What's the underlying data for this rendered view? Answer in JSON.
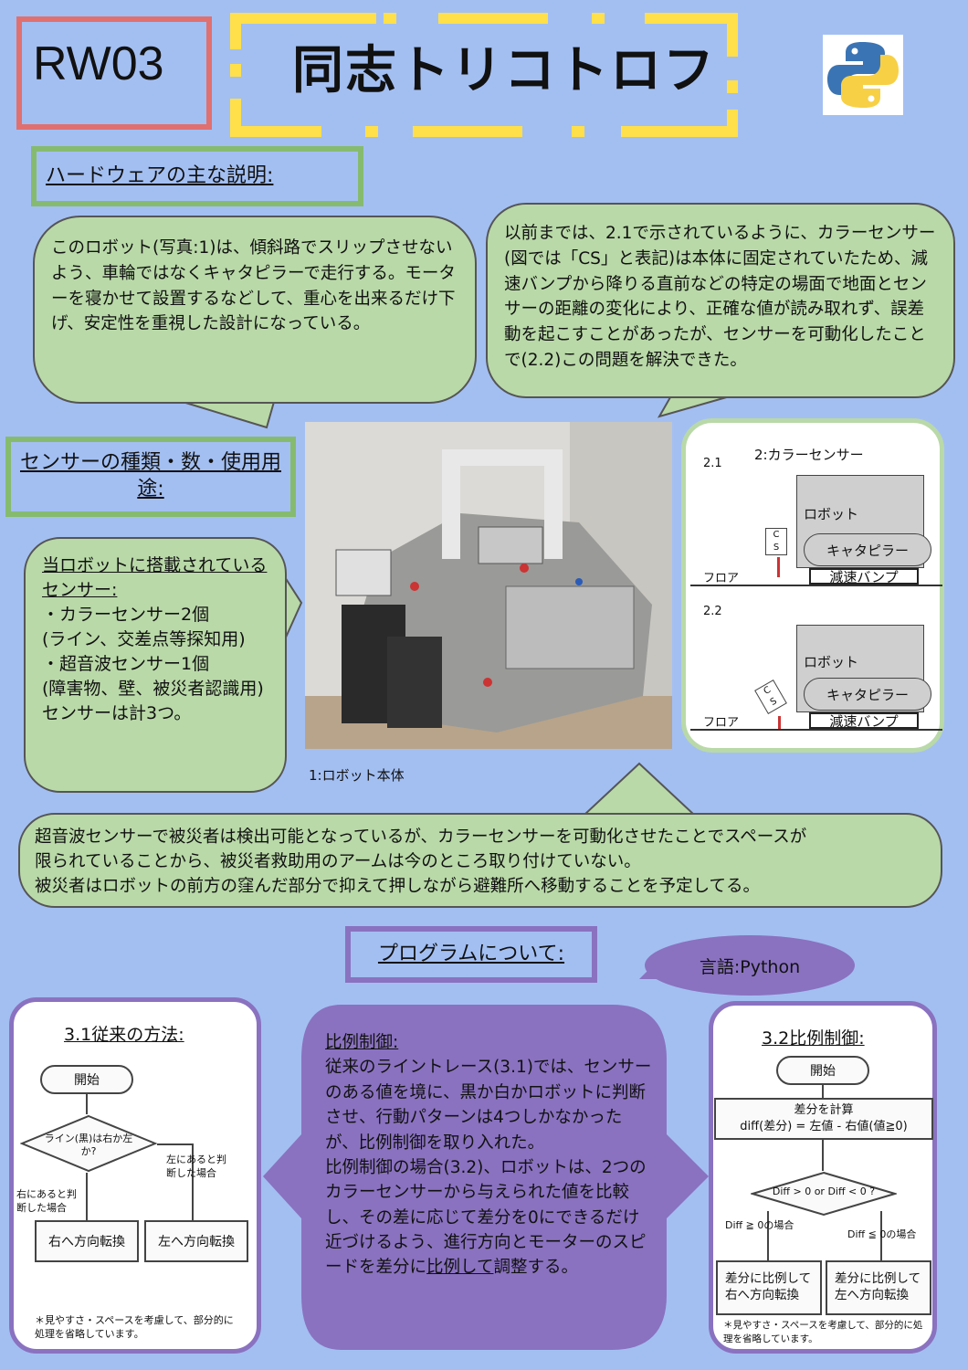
{
  "header": {
    "team_id": "RW03",
    "title": "同志トリコトロフ"
  },
  "hardware": {
    "heading": "ハードウェアの主な説明:",
    "intro": "このロボット(写真:1)は、傾斜路でスリップさせないよう、車輪ではなくキャタピラーで走行する。モーターを寝かせて設置するなどして、重心を出来るだけ下げ、安定性を重視した設計になっている。",
    "sensor_fix": "以前までは、2.1で示されているように、カラーセンサー(図では「CS」と表記)は本体に固定されていたため、減速バンプから降りる直前などの特定の場面で地面とセンサーの距離の変化により、正確な値が読み取れず、誤差動を起こすことがあったが、センサーを可動化したことで(2.2)この問題を解決できた。"
  },
  "sensors": {
    "heading": "センサーの種類・数・使用用途:",
    "lead": "当ロボットに搭載されているセンサー:",
    "lines": [
      "・カラーセンサー2個",
      "(ライン、交差点等探知用)",
      "・超音波センサー1個",
      "(障害物、壁、被災者認識用)",
      "センサーは計3つ。"
    ]
  },
  "photo": {
    "caption": "1:ロボット本体"
  },
  "diagram": {
    "title": "2:カラーセンサー",
    "fig1": "2.1",
    "fig2": "2.2",
    "robot": "ロボット",
    "track": "キャタピラー",
    "floor": "フロア",
    "bump": "減速バンプ",
    "cs1": "C",
    "cs2": "S"
  },
  "rescue": {
    "line1": "超音波センサーで被災者は検出可能となっているが、カラーセンサーを可動化させたことでスペースが",
    "line2": "限られていることから、被災者救助用のアームは今のところ取り付けていない。",
    "line3": "被災者はロボットの前方の窪んだ部分で抑えて押しながら避難所へ移動することを予定してる。"
  },
  "program": {
    "heading": "プログラムについて:",
    "language": "言語:Python",
    "conventional": {
      "title": "3.1従来の方法:",
      "start": "開始",
      "decision": "ライン(黒)は右か左か?",
      "left_cond": "左にあると判断した場合",
      "right_cond": "右にあると判断した場合",
      "turn_right": "右へ方向転換",
      "turn_left": "左へ方向転換",
      "note": "＊見やすさ・スペースを考慮して、部分的に処理を省略しています。"
    },
    "explanation": {
      "title": "比例制御:",
      "para1": "従来のライントレース(3.1)では、センサーのある値を境に、黒か白かロボットに判断させ、行動パターンは4つしかなかったが、比例制御を取り入れた。",
      "para2a": "比例制御の場合(3.2)、ロボットは、2つのカラーセンサーから与えられた値を比較し、その差に応じて差分を0にできるだけ近づけるよう、進行方向とモーターのスピードを差分に",
      "para2b": "比例して",
      "para2c": "調整する。"
    },
    "proportional": {
      "title": "3.2比例制御:",
      "start": "開始",
      "calc1": "差分を計算",
      "calc2": "diff(差分) = 左値 - 右値(値≧0)",
      "decision": "Diff > 0 or Diff < 0 ?",
      "cond_left": "Diff ≧ 0の場合",
      "cond_right": "Diff ≦ 0の場合",
      "box_right": "差分に比例して右へ方向転換",
      "box_left": "差分に比例して左へ方向転換",
      "note": "＊見やすさ・スペースを考慮して、部分的に処理を省略しています。"
    }
  }
}
